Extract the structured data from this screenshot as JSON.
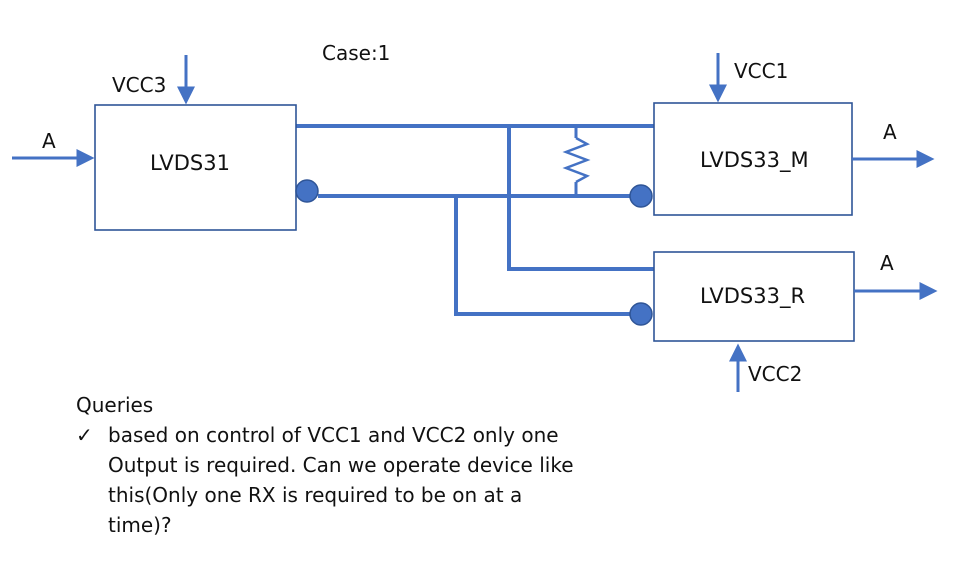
{
  "case_label": "Case:1",
  "colors": {
    "wire": "#4472c4",
    "block_border": "#2f5597",
    "text": "#111111"
  },
  "blocks": {
    "driver": {
      "label": "LVDS31"
    },
    "rx_main": {
      "label": "LVDS33_M"
    },
    "rx_redundant": {
      "label": "LVDS33_R"
    }
  },
  "signals": {
    "input_label": "A",
    "output_main_label": "A",
    "output_redundant_label": "A",
    "vcc_driver": "VCC3",
    "vcc_main": "VCC1",
    "vcc_redundant": "VCC2"
  },
  "queries": {
    "title": "Queries",
    "check_icon": "✓",
    "items": [
      "based on control of VCC1 and VCC2 only one Output is required. Can we operate device like this(Only one RX is required to be on at a time)?"
    ]
  }
}
